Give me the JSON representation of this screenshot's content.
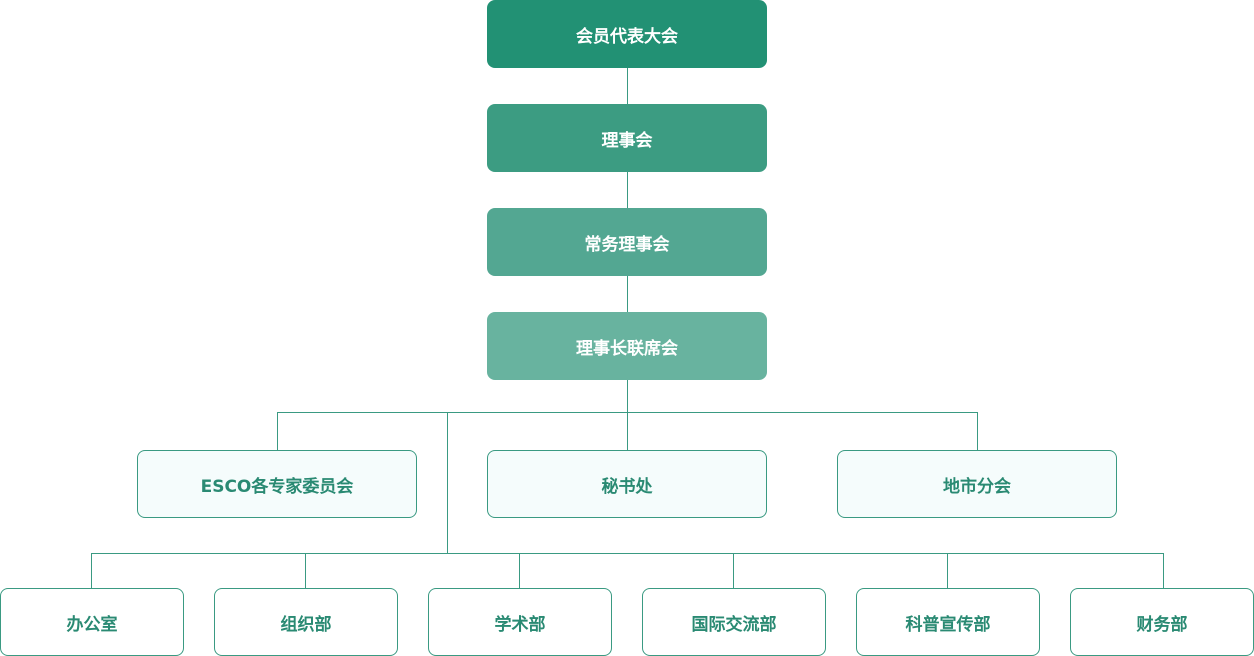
{
  "levels": {
    "l1": "会员代表大会",
    "l2": "理事会",
    "l3": "常务理事会",
    "l4": "理事长联席会"
  },
  "branches": [
    "ESCO各专家委员会",
    "秘书处",
    "地市分会"
  ],
  "departments": [
    "办公室",
    "组织部",
    "学术部",
    "国际交流部",
    "科普宣传部",
    "财务部"
  ],
  "colors": {
    "l1": "#229174",
    "l2": "#3c9c82",
    "l3": "#53a792",
    "l4": "#68b39f",
    "line": "#3a9a82",
    "box_border": "#3a9a82",
    "text": "#2a8a73"
  }
}
